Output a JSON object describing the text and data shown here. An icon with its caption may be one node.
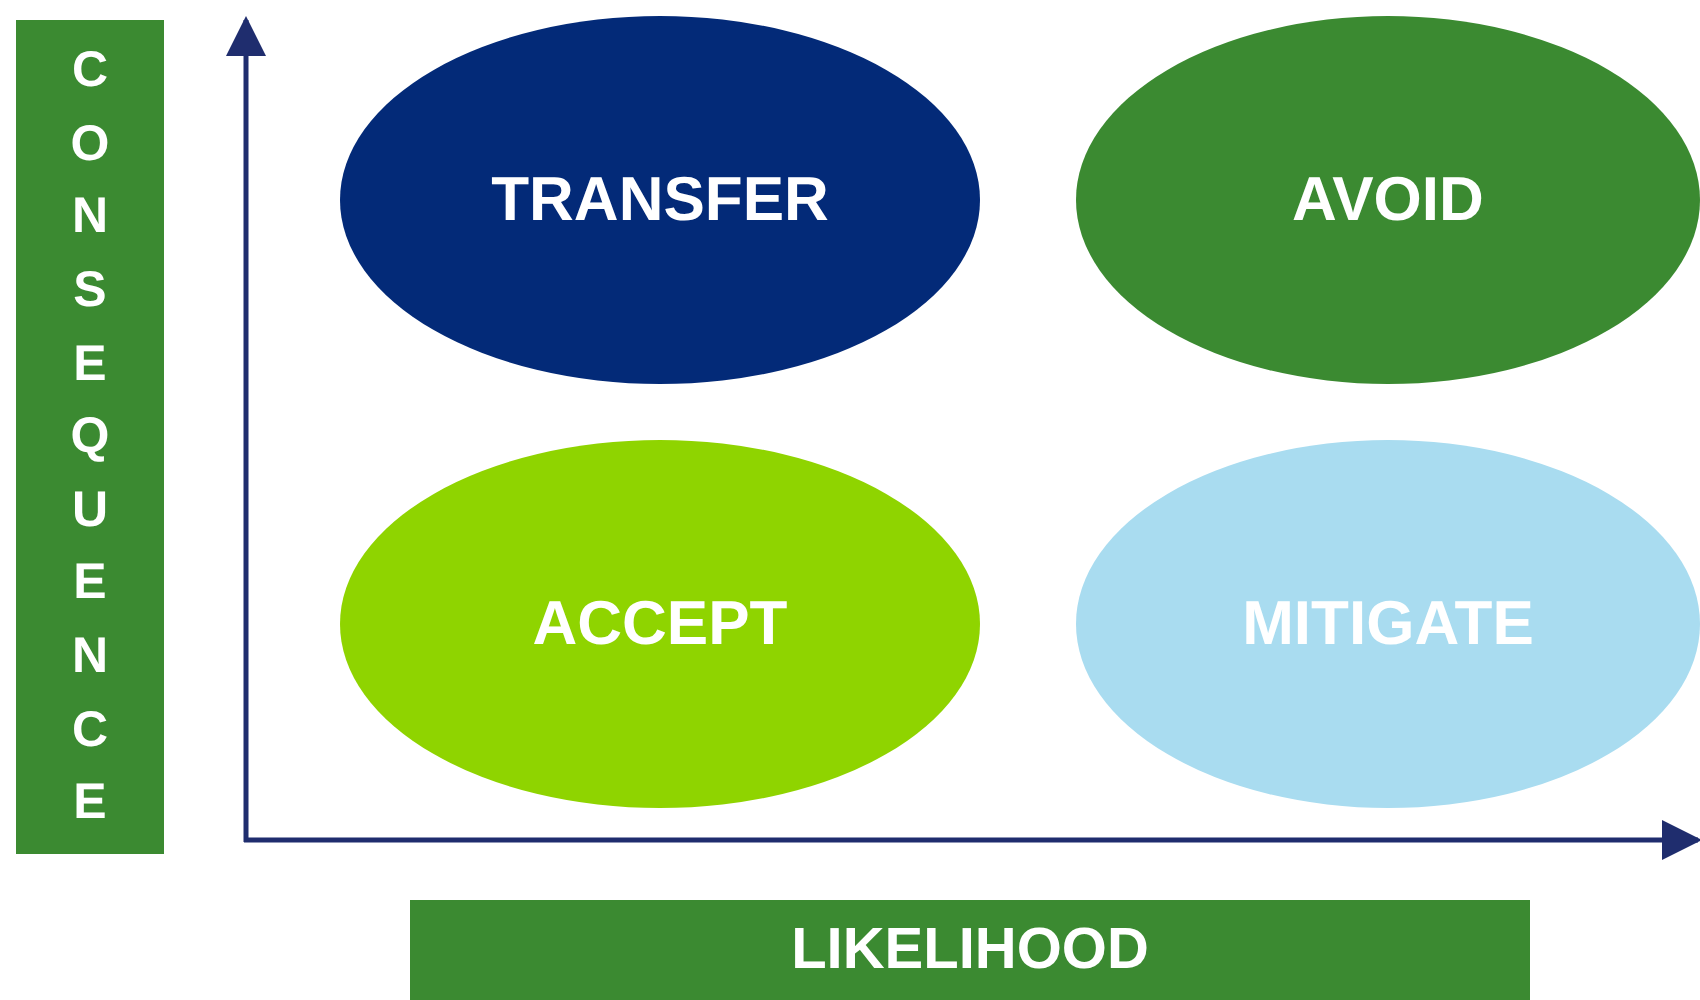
{
  "diagram": {
    "nodes": [
      {
        "text": [
          "CONSEQUENCE"
        ]
      },
      {
        "text": [
          "TRANSFER"
        ]
      },
      {
        "text": [
          "AVOID"
        ]
      },
      {
        "text": [
          "ACCEPT"
        ]
      },
      {
        "text": [
          "MITIGATE"
        ]
      },
      {
        "text": [
          "LIKELIHOOD"
        ]
      }
    ]
  }
}
